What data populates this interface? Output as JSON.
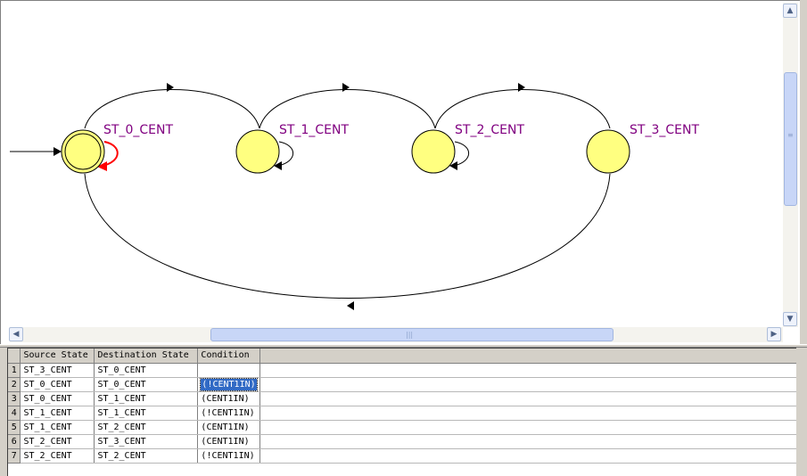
{
  "diagram": {
    "states": [
      {
        "name": "ST_0_CENT",
        "initial": true
      },
      {
        "name": "ST_1_CENT",
        "initial": false
      },
      {
        "name": "ST_2_CENT",
        "initial": false
      },
      {
        "name": "ST_3_CENT",
        "initial": false
      }
    ]
  },
  "colors": {
    "state_fill": "#ffff80",
    "state_label": "#800080",
    "selected_transition": "#ff0000",
    "selection": "#316ac5"
  },
  "scrollbars": {
    "up_icon": "arrow-up-icon",
    "down_icon": "arrow-down-icon",
    "left_icon": "arrow-left-icon",
    "right_icon": "arrow-right-icon"
  },
  "table": {
    "headers": [
      "Source State",
      "Destination State",
      "Condition"
    ],
    "rows": [
      {
        "num": "1",
        "source": "ST_3_CENT",
        "destination": "ST_0_CENT",
        "condition": ""
      },
      {
        "num": "2",
        "source": "ST_0_CENT",
        "destination": "ST_0_CENT",
        "condition": "(!CENT1IN)"
      },
      {
        "num": "3",
        "source": "ST_0_CENT",
        "destination": "ST_1_CENT",
        "condition": "(CENT1IN)"
      },
      {
        "num": "4",
        "source": "ST_1_CENT",
        "destination": "ST_1_CENT",
        "condition": "(!CENT1IN)"
      },
      {
        "num": "5",
        "source": "ST_1_CENT",
        "destination": "ST_2_CENT",
        "condition": "(CENT1IN)"
      },
      {
        "num": "6",
        "source": "ST_2_CENT",
        "destination": "ST_3_CENT",
        "condition": "(CENT1IN)"
      },
      {
        "num": "7",
        "source": "ST_2_CENT",
        "destination": "ST_2_CENT",
        "condition": "(!CENT1IN)"
      }
    ],
    "selected_row": 2
  }
}
